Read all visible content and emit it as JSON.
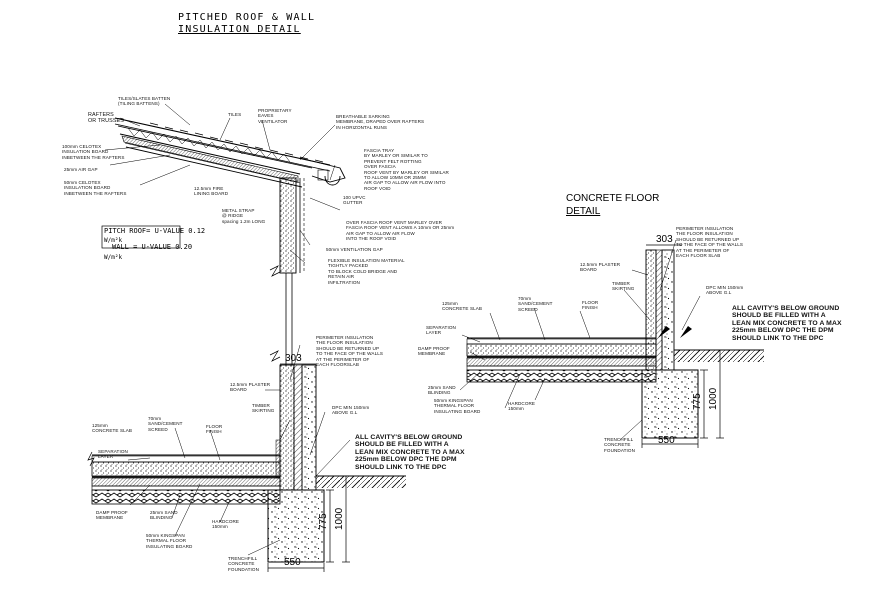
{
  "titles": {
    "main_line1": "PITCHED ROOF & WALL",
    "main_line2": "INSULATION   DETAIL",
    "floor_line1": "CONCRETE FLOOR",
    "floor_line2": "DETAIL"
  },
  "roof_labels": {
    "tiles_battens": "TILES/SLATES BATTEN\n(TILING BATTENS)",
    "tiles": "TILES",
    "rafters": "RAFTERS\nOR TRUSSES",
    "proprietary": "PROPRIETARY\nEAVES\nVENTILATOR",
    "breathable": "BREATHABLE SARKING\nMEMBRANE, DRAPED OVER RAFTERS\nIN HORIZONTAL RUNS",
    "board_between": "100mm CELOTEX\nINSULATION BOARD\nINBETWEEN THE RAFTERS",
    "air_gap": "25mm AIR GAP",
    "board_below": "50mm CELOTEX\nINSULATION BOARD\nINBETWEEN THE RAFTERS",
    "fire_board": "12.5mm FIRE\nLINING BOARD",
    "fascia": "FASCIA TRAY\nBY MARLEY OR SIMILAR TO\nPREVENT FELT ROTTING\nOVER FASCIA\nROOF VENT BY MARLEY OR SIMILAR\nTO ALLOW 10MM OR 25MM\nAIR GAP TO ALLOW AIR FLOW INTO\nROOF VOID",
    "gutter": "100 UPVC\nGUTTER",
    "strap": "METAL STRAP\n@ RIDGE\nspacing 1.2m LONG",
    "over_fascia": "OVER FASCIA ROOF VENT MARLEY OVER\nFASCIA ROOF VENT ALLOWS A 10mm OR 25mm\nAIR GAP TO ALLOW AIR FLOW\nINTO THE ROOF VOID",
    "vent_gap": "50mm VENTILATION GAP",
    "flexible": "FLEXIBLE INSULATION MATERIAL\nTIGHTLY PACKED\nTO BLOCK COLD BRIDGE AND\nRETAIN AIR\nINFILTRATION"
  },
  "uvalues": {
    "roof": "PITCH ROOF= U-VALUE 0.12",
    "roof_unit": "W/m²k",
    "wall": "WALL = U-VALUE 0.20",
    "wall_unit": "W/m²k"
  },
  "left_floor_labels": {
    "perimeter": "PERIMETER INSULATION\nTHE FLOOR INSULATION\nSHOULD BE RETURNED UP\nTO THE FACE OF THE WALLS\nAT THE PERIMETER OF\nEACH FLOORSLAB",
    "plaster": "12.5mm PLASTER\nBOARD",
    "skirting": "TIMBER\nSKIRTING",
    "dpc": "DPC MIN 150mm\nABOVE G.L",
    "slab": "125mm\nCONCRETE SLAB",
    "screed": "70mm\nSAND/CEMENT\nSCREED",
    "finish": "FLOOR\nFINISH",
    "separation": "SEPARATION\nLAYER",
    "cavity_note": "ALL CAVITY'S BELOW GROUND\nSHOULD BE FILLED WITH A\nLEAN MIX CONCRETE TO A MAX\n225mm BELOW DPC THE DPM\nSHOULD LINK TO THE DPC",
    "dpm": "DAMP PROOF\nMEMBRANE",
    "blinding": "25mm SAND\nBLINDING",
    "hardcore": "HARDCORE\n150mm",
    "kingspan": "50mm KINGSPAN\nTHERMAL FLOOR\nINSULATING BOARD",
    "trenchfill": "TRENCHFILL\nCONCRETE\nFOUNDATION"
  },
  "right_floor_labels": {
    "perimeter": "PERIMETER INSULATION\nTHE FLOOR INSULATION\nSHOULD BE RETURNED UP\nTO THE FACE OF THE WALLS\nAT THE PERIMETER OF\nEACH FLOOR SLAB",
    "plaster": "12.5mm PLASTER\nBOARD",
    "skirting": "TIMBER\nSKIRTING",
    "dpc": "DPC MIN 150mm\nABOVE G.L",
    "slab": "125mm\nCONCRETE SLAB",
    "screed": "70mm\nSAND/CEMENT\nSCREED",
    "finish": "FLOOR\nFINISH",
    "separation": "SEPARATION\nLAYER",
    "cavity_note": "ALL CAVITY'S BELOW GROUND\nSHOULD BE FILLED WITH A\nLEAN MIX CONCRETE TO A MAX\n225mm BELOW DPC THE DPM\nSHOULD LINK TO THE DPC",
    "dpm": "DAMP PROOF\nMEMBRANE",
    "blinding": "25mm SAND\nBLINDING",
    "hardcore": "HARDCORE\n150mm",
    "kingspan": "50mm KINGSPAN\nTHERMAL FLOOR\nINSULATING BOARD",
    "trenchfill": "TRENCHFILL\nCONCRETE\nFOUNDATION"
  },
  "dimensions": {
    "wall_width": "303",
    "found_width": "550",
    "found_depth": "775",
    "total_depth": "1000"
  },
  "colors": {
    "line": "#000000",
    "background": "#ffffff"
  }
}
